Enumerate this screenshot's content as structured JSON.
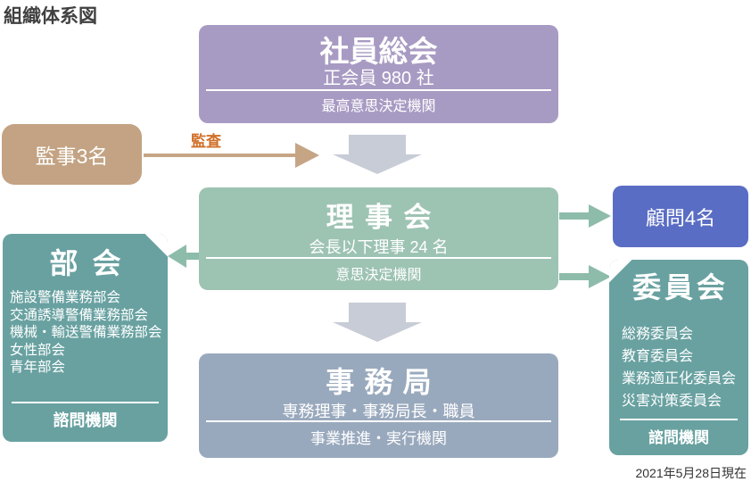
{
  "page_title": "組織体系図",
  "date_note": "2021年5月28日現在",
  "auditors": {
    "label": "監事3名",
    "arrow_label": "監査"
  },
  "general_meeting": {
    "title": "社員総会",
    "subtitle": "正会員 980 社",
    "role": "最高意思決定機関"
  },
  "board": {
    "title": "理事会",
    "subtitle": "会長以下理事 24 名",
    "role": "意思決定機関"
  },
  "advisors": {
    "label": "顧問4名"
  },
  "secretariat": {
    "title": "事務局",
    "subtitle": "専務理事・事務局長・職員",
    "role": "事業推進・実行機関"
  },
  "divisions": {
    "title": "部会",
    "items": [
      "施設警備業務部会",
      "交通誘導警備業務部会",
      "機械・輸送警備業務部会",
      "女性部会",
      "青年部会"
    ],
    "role": "諮問機関"
  },
  "committees": {
    "title": "委員会",
    "items": [
      "総務委員会",
      "教育委員会",
      "業務適正化委員会",
      "災害対策委員会"
    ],
    "role": "諮問機関"
  },
  "colors": {
    "general_meeting_bg": "#a89bc3",
    "board_bg": "#9dc3b3",
    "secretariat_bg": "#99a9bd",
    "divisions_bg": "#69a1a1",
    "committees_bg": "#69a1a1",
    "advisors_bg": "#5a6dc4",
    "auditors_bg": "#c3a383",
    "flow_arrow": "#c8ccd7",
    "link_arrow": "#8ebcab",
    "audit_arrow": "#c6a585",
    "audit_label_text": "#d0702a",
    "title_text": "#404040"
  }
}
